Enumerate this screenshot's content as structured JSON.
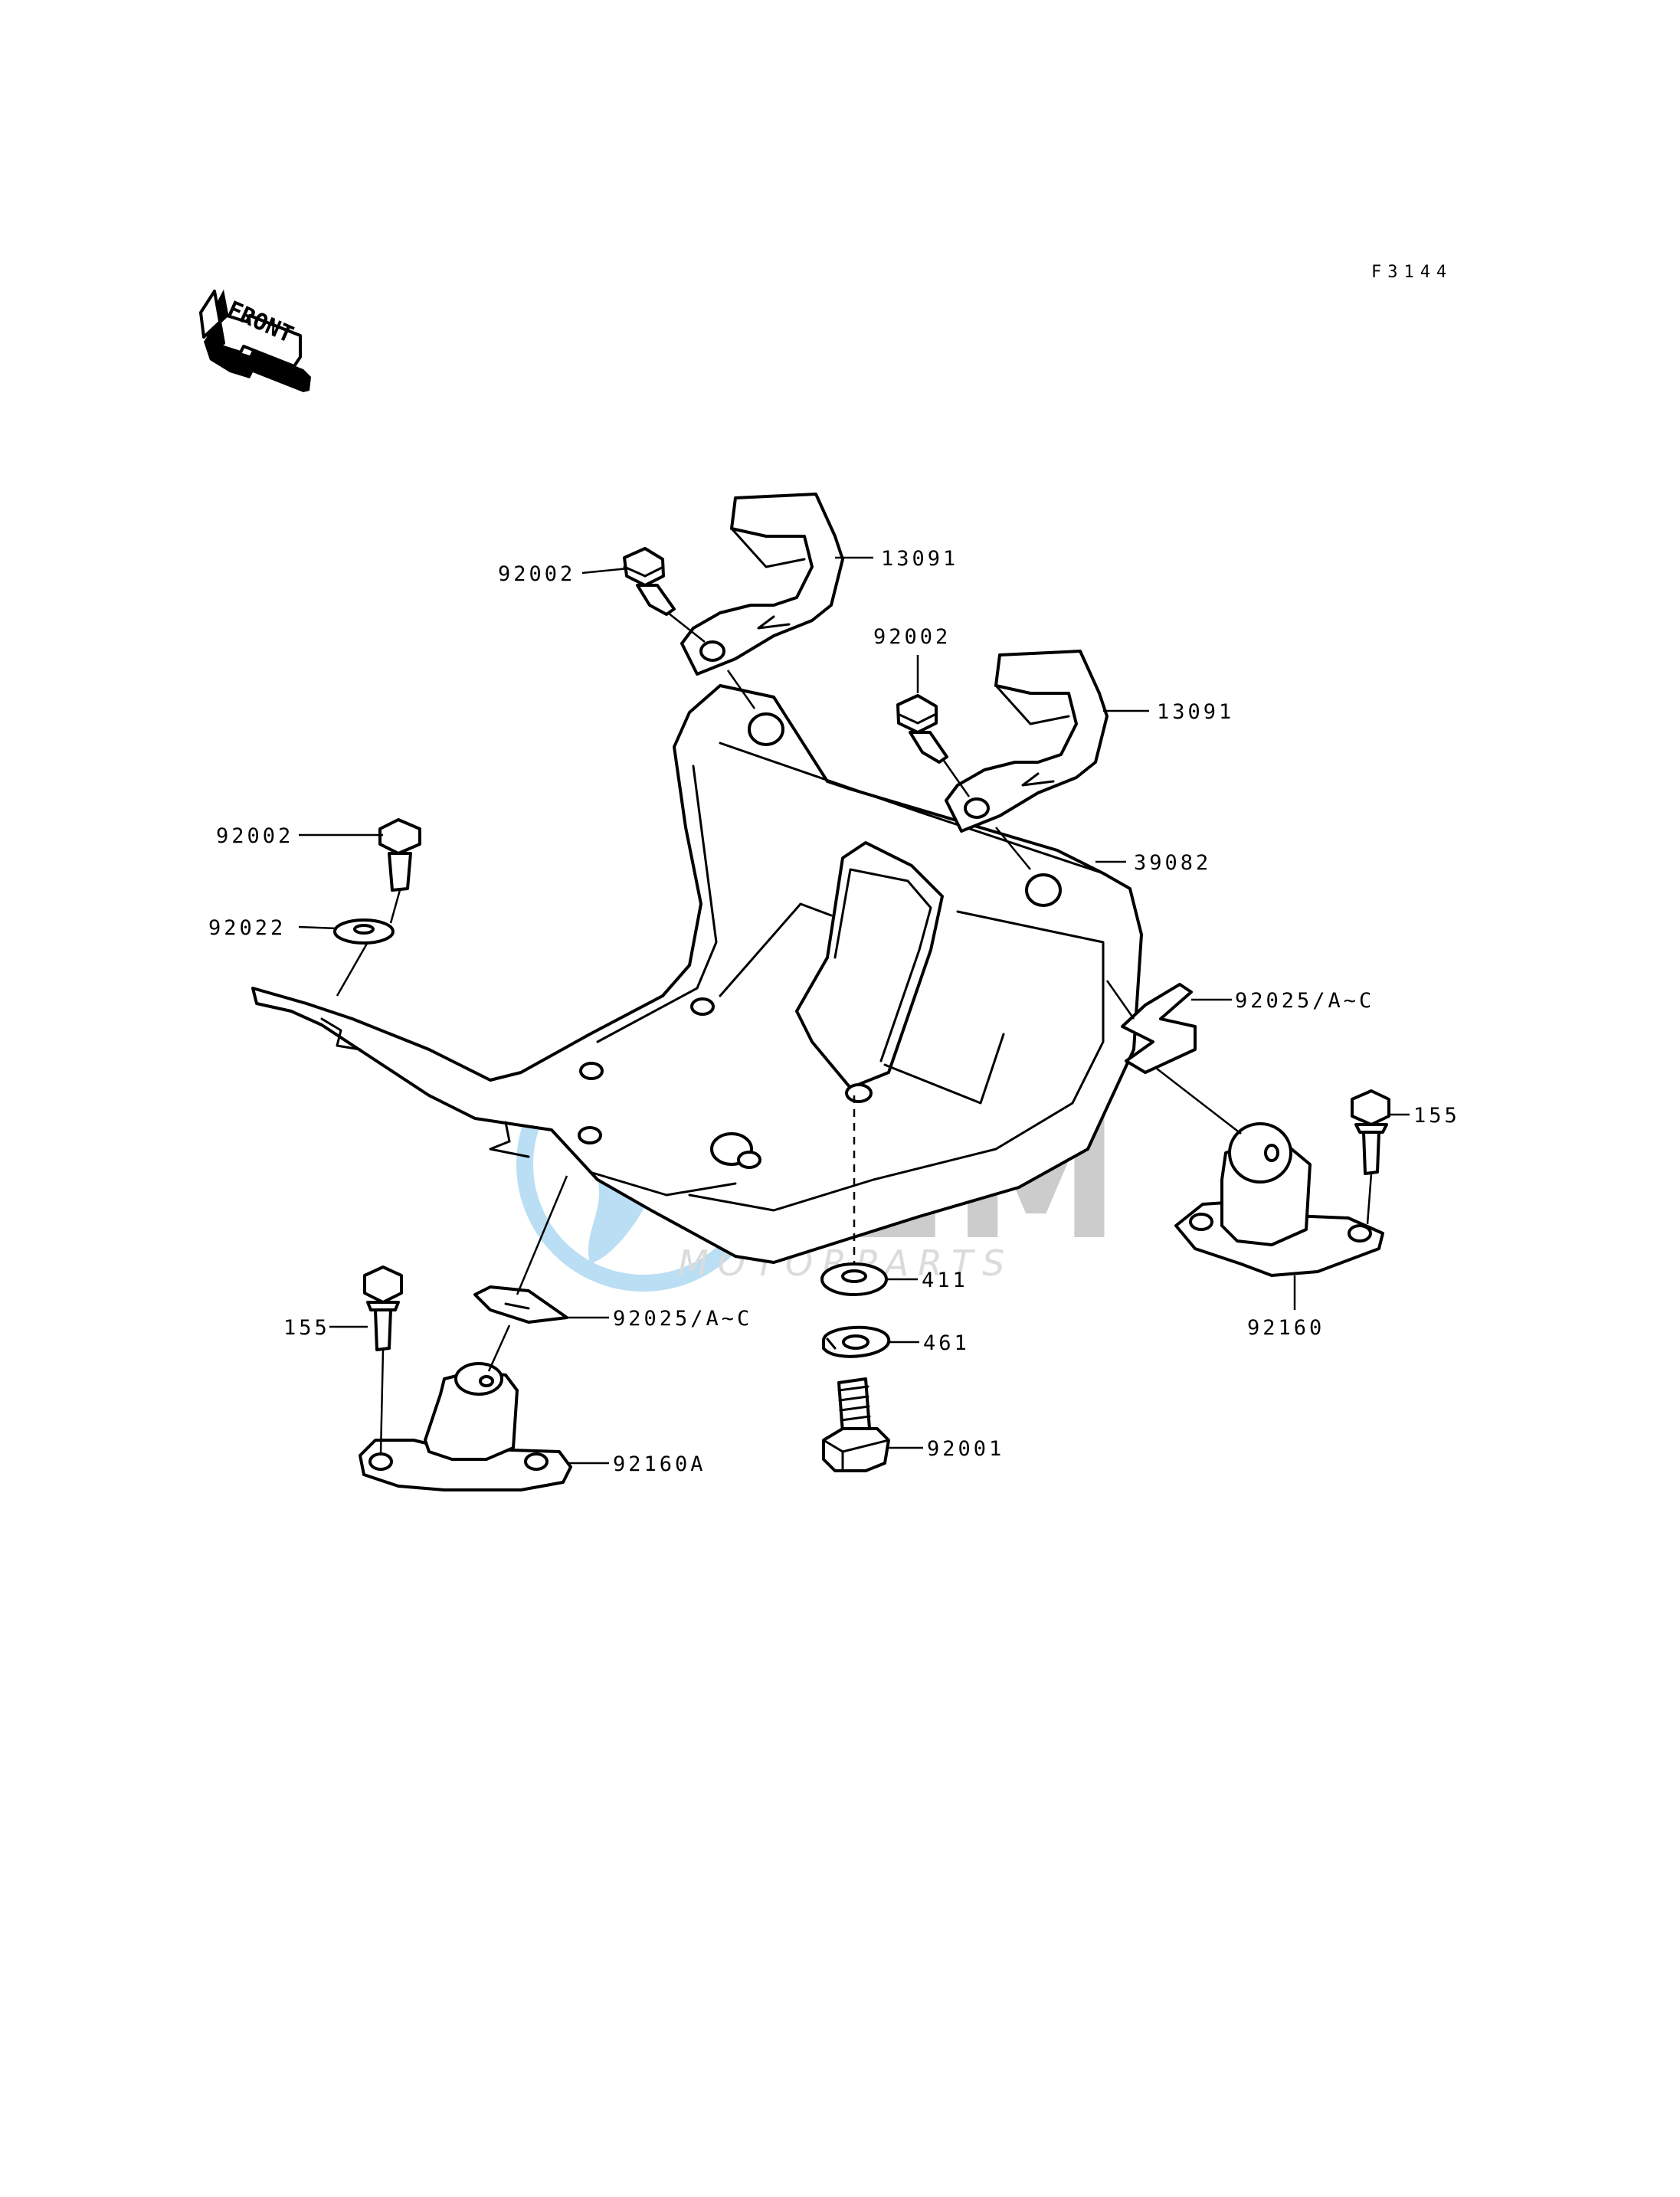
{
  "diagram": {
    "figure_code": "F3144",
    "front_label": "FRONT",
    "watermark": {
      "brand": "GEM",
      "subtitle": "MOTORPARTS"
    },
    "parts": [
      {
        "id": "clamp-left",
        "label": "13091"
      },
      {
        "id": "clamp-right",
        "label": "13091"
      },
      {
        "id": "bolt-upper-left",
        "label": "92002"
      },
      {
        "id": "bolt-upper-mid",
        "label": "92002"
      },
      {
        "id": "bolt-left",
        "label": "92002"
      },
      {
        "id": "washer-left",
        "label": "92022"
      },
      {
        "id": "bracket",
        "label": "39082"
      },
      {
        "id": "shim-right",
        "label": "92025/A~C"
      },
      {
        "id": "shim-left",
        "label": "92025/A~C"
      },
      {
        "id": "bolt-right",
        "label": "155"
      },
      {
        "id": "bolt-lower-left",
        "label": "155"
      },
      {
        "id": "mount-right",
        "label": "92160"
      },
      {
        "id": "mount-left",
        "label": "92160A"
      },
      {
        "id": "washer-flat",
        "label": "411"
      },
      {
        "id": "washer-lock",
        "label": "461"
      },
      {
        "id": "bolt-bottom",
        "label": "92001"
      }
    ]
  }
}
